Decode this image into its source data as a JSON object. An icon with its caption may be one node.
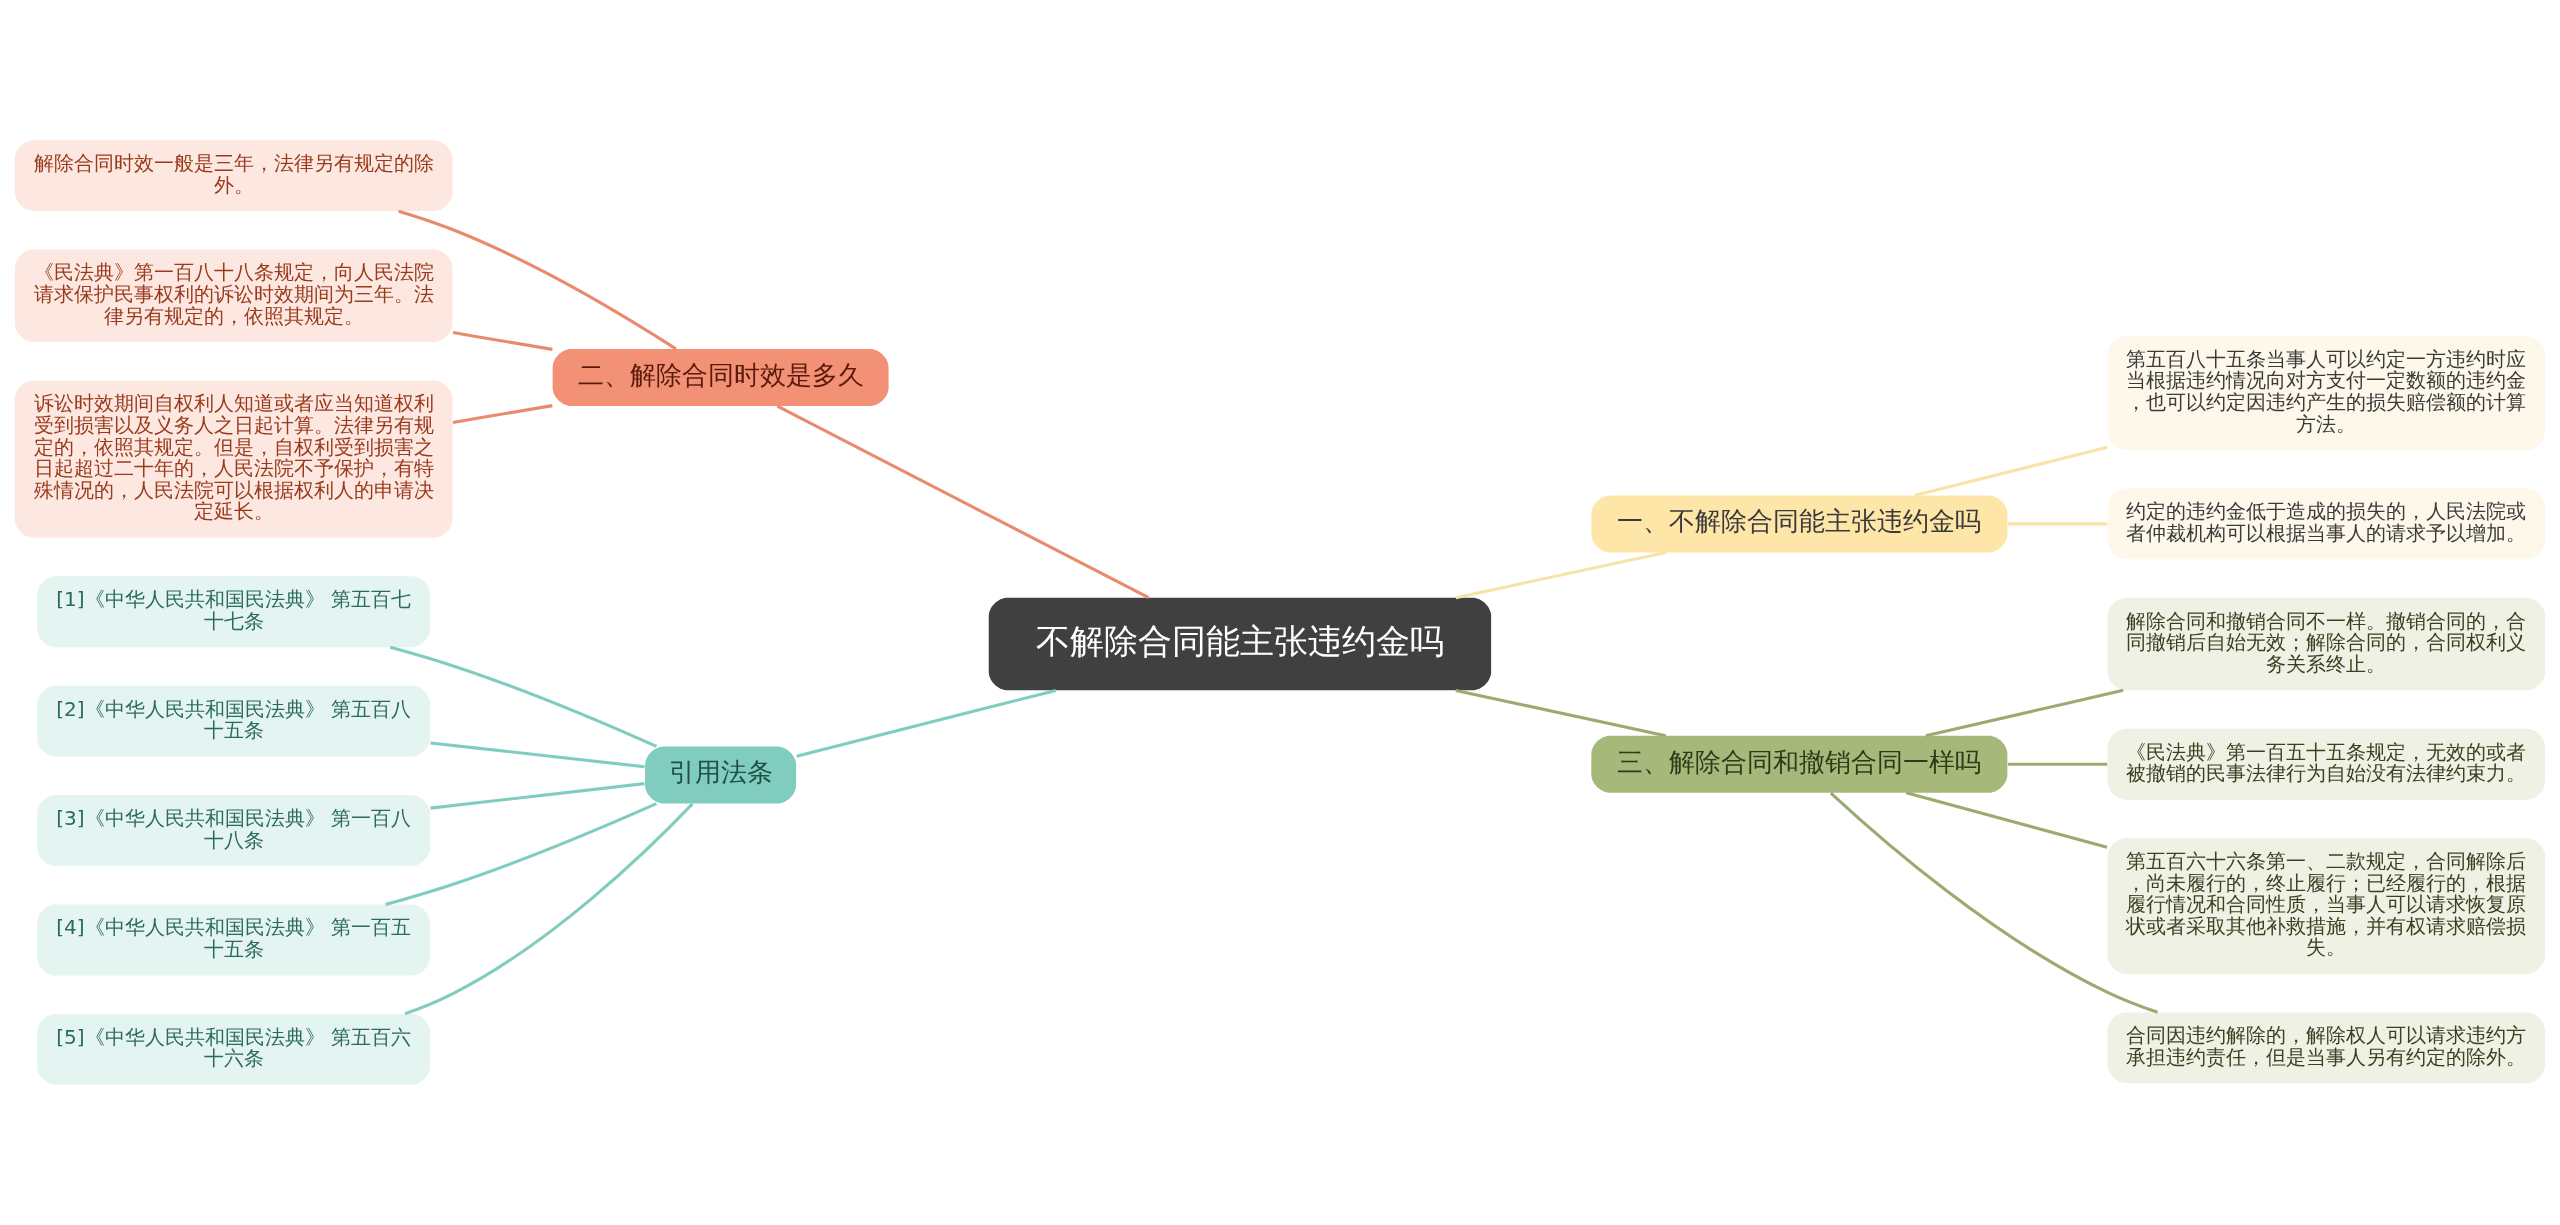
{
  "diagram": {
    "nodes": [
      {
        "text": [
          "不解除合同能主张违约金吗"
        ]
      },
      {
        "text": [
          "一、不解除合同能主张违约金吗"
        ]
      },
      {
        "text": [
          "第五百八十五条当事人可以约定一方违约时应当根据违约情况向对方支付一定数额的违约金，也可以约定因违约产生的损失赔偿额的计算方法。"
        ]
      },
      {
        "text": [
          "约定的违约金低于造成的损失的，人民法院或者仲裁机构可以根据当事人的请求予以增加。"
        ]
      },
      {
        "text": [
          "三、解除合同和撤销合同一样吗"
        ]
      },
      {
        "text": [
          "解除合同和撤销合同不一样。撤销合同的，合同撤销后自始无效；解除合同的，合同权利义务关系终止。"
        ]
      },
      {
        "text": [
          "《民法典》第一百五十五条规定，无效的或者被撤销的民事法律行为自始没有法律约束力。"
        ]
      },
      {
        "text": [
          "第五百六十六条第一、二款规定，合同解除后，尚未履行的，终止履行；已经履行的，根据履行情况和合同性质，当事人可以请求恢复原状或者采取其他补救措施，并有权请求赔偿损失。"
        ]
      },
      {
        "text": [
          "合同因违约解除的，解除权人可以请求违约方承担违约责任，但是当事人另有约定的除外。"
        ]
      },
      {
        "text": [
          "二、解除合同时效是多久"
        ]
      },
      {
        "text": [
          "解除合同时效一般是三年，法律另有规定的除外。"
        ]
      },
      {
        "text": [
          "《民法典》第一百八十八条规定，向人民法院请求保护民事权利的诉讼时效期间为三年。法律另有规定的，依照其规定。"
        ]
      },
      {
        "text": [
          "诉讼时效期间自权利人知道或者应当知道权利受到损害以及义务人之日起计算。法律另有规定的，依照其规定。但是，自权利受到损害之日起超过二十年的，人民法院不予保护，有特殊情况的，人民法院可以根据权利人的申请决定延长。"
        ]
      },
      {
        "text": [
          "引用法条"
        ]
      },
      {
        "text": [
          "[1]《中华人民共和国民法典》 第五百七十七条"
        ]
      },
      {
        "text": [
          "[2]《中华人民共和国民法典》 第五百八十五条"
        ]
      },
      {
        "text": [
          "[3]《中华人民共和国民法典》 第一百八十八条"
        ]
      },
      {
        "text": [
          "[4]《中华人民共和国民法典》 第一百五十五条"
        ]
      },
      {
        "text": [
          "[5]《中华人民共和国民法典》 第五百六十六条"
        ]
      }
    ],
    "edges": [
      {
        "from": 0,
        "to": 1,
        "arrow": "none",
        "color": "#f7e3a6"
      },
      {
        "from": 1,
        "to": 2,
        "arrow": "none",
        "color": "#f7e3a6"
      },
      {
        "from": 1,
        "to": 3,
        "arrow": "none",
        "color": "#f7e3a6"
      },
      {
        "from": 0,
        "to": 4,
        "arrow": "none",
        "color": "#9aab70"
      },
      {
        "from": 4,
        "to": 5,
        "arrow": "none",
        "color": "#9aab70"
      },
      {
        "from": 4,
        "to": 6,
        "arrow": "none",
        "color": "#9aab70"
      },
      {
        "from": 4,
        "to": 7,
        "arrow": "none",
        "color": "#9aab70"
      },
      {
        "from": 4,
        "to": 8,
        "arrow": "none",
        "color": "#9aab70"
      },
      {
        "from": 0,
        "to": 9,
        "arrow": "none",
        "color": "#e98a6c"
      },
      {
        "from": 9,
        "to": 10,
        "arrow": "none",
        "color": "#e98a6c"
      },
      {
        "from": 9,
        "to": 11,
        "arrow": "none",
        "color": "#e98a6c"
      },
      {
        "from": 9,
        "to": 12,
        "arrow": "none",
        "color": "#e98a6c"
      },
      {
        "from": 0,
        "to": 13,
        "arrow": "none"
      },
      {
        "from": 13,
        "to": 14,
        "arrow": "none"
      },
      {
        "from": 13,
        "to": 15,
        "arrow": "none"
      },
      {
        "from": 13,
        "to": 16,
        "arrow": "none"
      },
      {
        "from": 13,
        "to": 17,
        "arrow": "none"
      },
      {
        "from": 13,
        "to": 18,
        "arrow": "none"
      }
    ]
  }
}
